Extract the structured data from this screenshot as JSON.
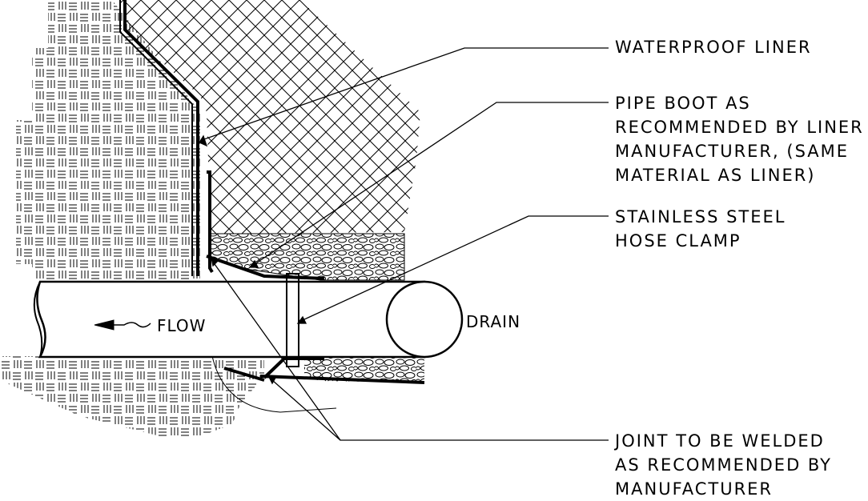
{
  "callouts": {
    "waterproof_liner": [
      "WATERPROOF LINER"
    ],
    "pipe_boot": [
      "PIPE BOOT AS",
      "RECOMMENDED BY LINER",
      "MANUFACTURER, (SAME",
      "MATERIAL AS LINER)"
    ],
    "hose_clamp": [
      "STAINLESS STEEL",
      "HOSE CLAMP"
    ],
    "weld_joint": [
      "JOINT TO BE WELDED",
      "AS RECOMMENDED BY",
      "MANUFACTURER"
    ]
  },
  "labels": {
    "flow": "FLOW",
    "drain": "DRAIN"
  },
  "colors": {
    "line": "#000000",
    "background": "#ffffff"
  }
}
